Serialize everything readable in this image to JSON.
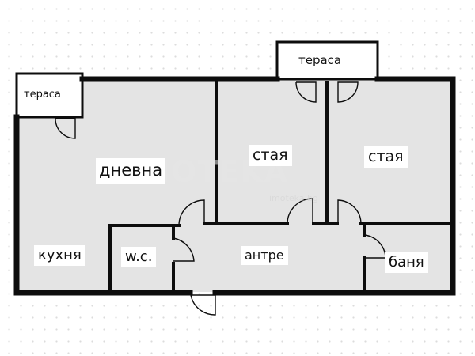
{
  "rooms": {
    "living": "дневна",
    "bedroom1": "стая",
    "bedroom2": "стая",
    "kitchen": "кухня",
    "wc": "w.c.",
    "hall": "антре",
    "bathroom": "баня",
    "terrace_left": "тераса",
    "terrace_top": "тераса"
  },
  "watermark": {
    "logo_text": "IMOTEKA",
    "site": "imoteka.bg"
  },
  "colors": {
    "wall": "#0d0d0d",
    "room_fill": "#e4e4e4",
    "terrace_fill": "#ffffff",
    "background": "#ffffff",
    "grid_dot": "#dcdcdc"
  }
}
